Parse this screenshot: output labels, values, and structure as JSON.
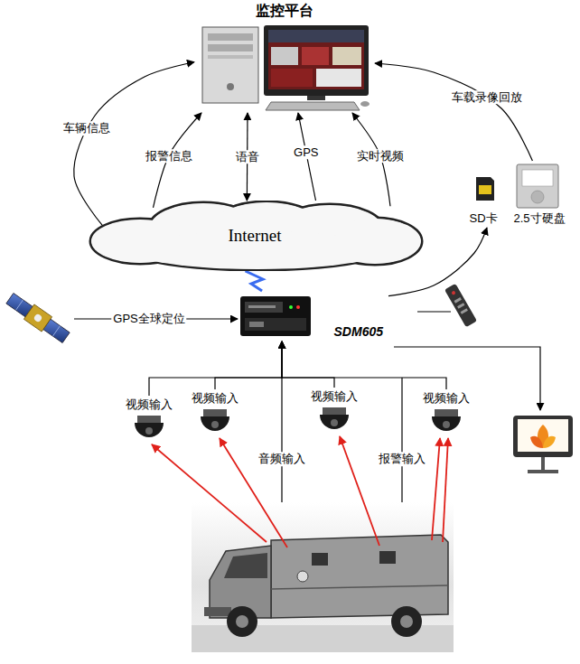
{
  "diagram": {
    "nodes": [
      {
        "text": [
          "监控平台"
        ]
      },
      {
        "text": [
          "Internet"
        ]
      },
      {
        "text": [
          "SD卡"
        ]
      },
      {
        "text": [
          "2.5寸硬盘"
        ]
      },
      {
        "text": [
          "SDM605"
        ]
      },
      {
        "text": [
          "视频输入"
        ]
      },
      {
        "text": [
          "视频输入"
        ]
      },
      {
        "text": [
          "视频输入"
        ]
      },
      {
        "text": [
          "视频输入"
        ]
      }
    ],
    "edges": [
      {
        "from": 1,
        "to": 0,
        "label": "车辆信息",
        "arrow": "to"
      },
      {
        "from": 1,
        "to": 0,
        "label": "报警信息",
        "arrow": "to"
      },
      {
        "from": 1,
        "to": 0,
        "label": "语音",
        "arrow": "both"
      },
      {
        "from": 1,
        "to": 0,
        "label": "GPS",
        "arrow": "to"
      },
      {
        "from": 1,
        "to": 0,
        "label": "实时视频",
        "arrow": "to"
      },
      {
        "from": 3,
        "to": 0,
        "label": "车载录像回放",
        "arrow": "to"
      },
      {
        "from": 4,
        "to": 1,
        "arrow": "none"
      },
      {
        "from": 4,
        "to": 2,
        "arrow": "to"
      },
      {
        "from": 5,
        "to": 4,
        "arrow": "to"
      },
      {
        "from": 6,
        "to": 4,
        "arrow": "to"
      },
      {
        "from": 7,
        "to": 4,
        "arrow": "to"
      },
      {
        "from": 8,
        "to": 4,
        "arrow": "to"
      }
    ],
    "labels": [
      "GPS全球定位",
      "音频输入",
      "报警输入"
    ]
  }
}
